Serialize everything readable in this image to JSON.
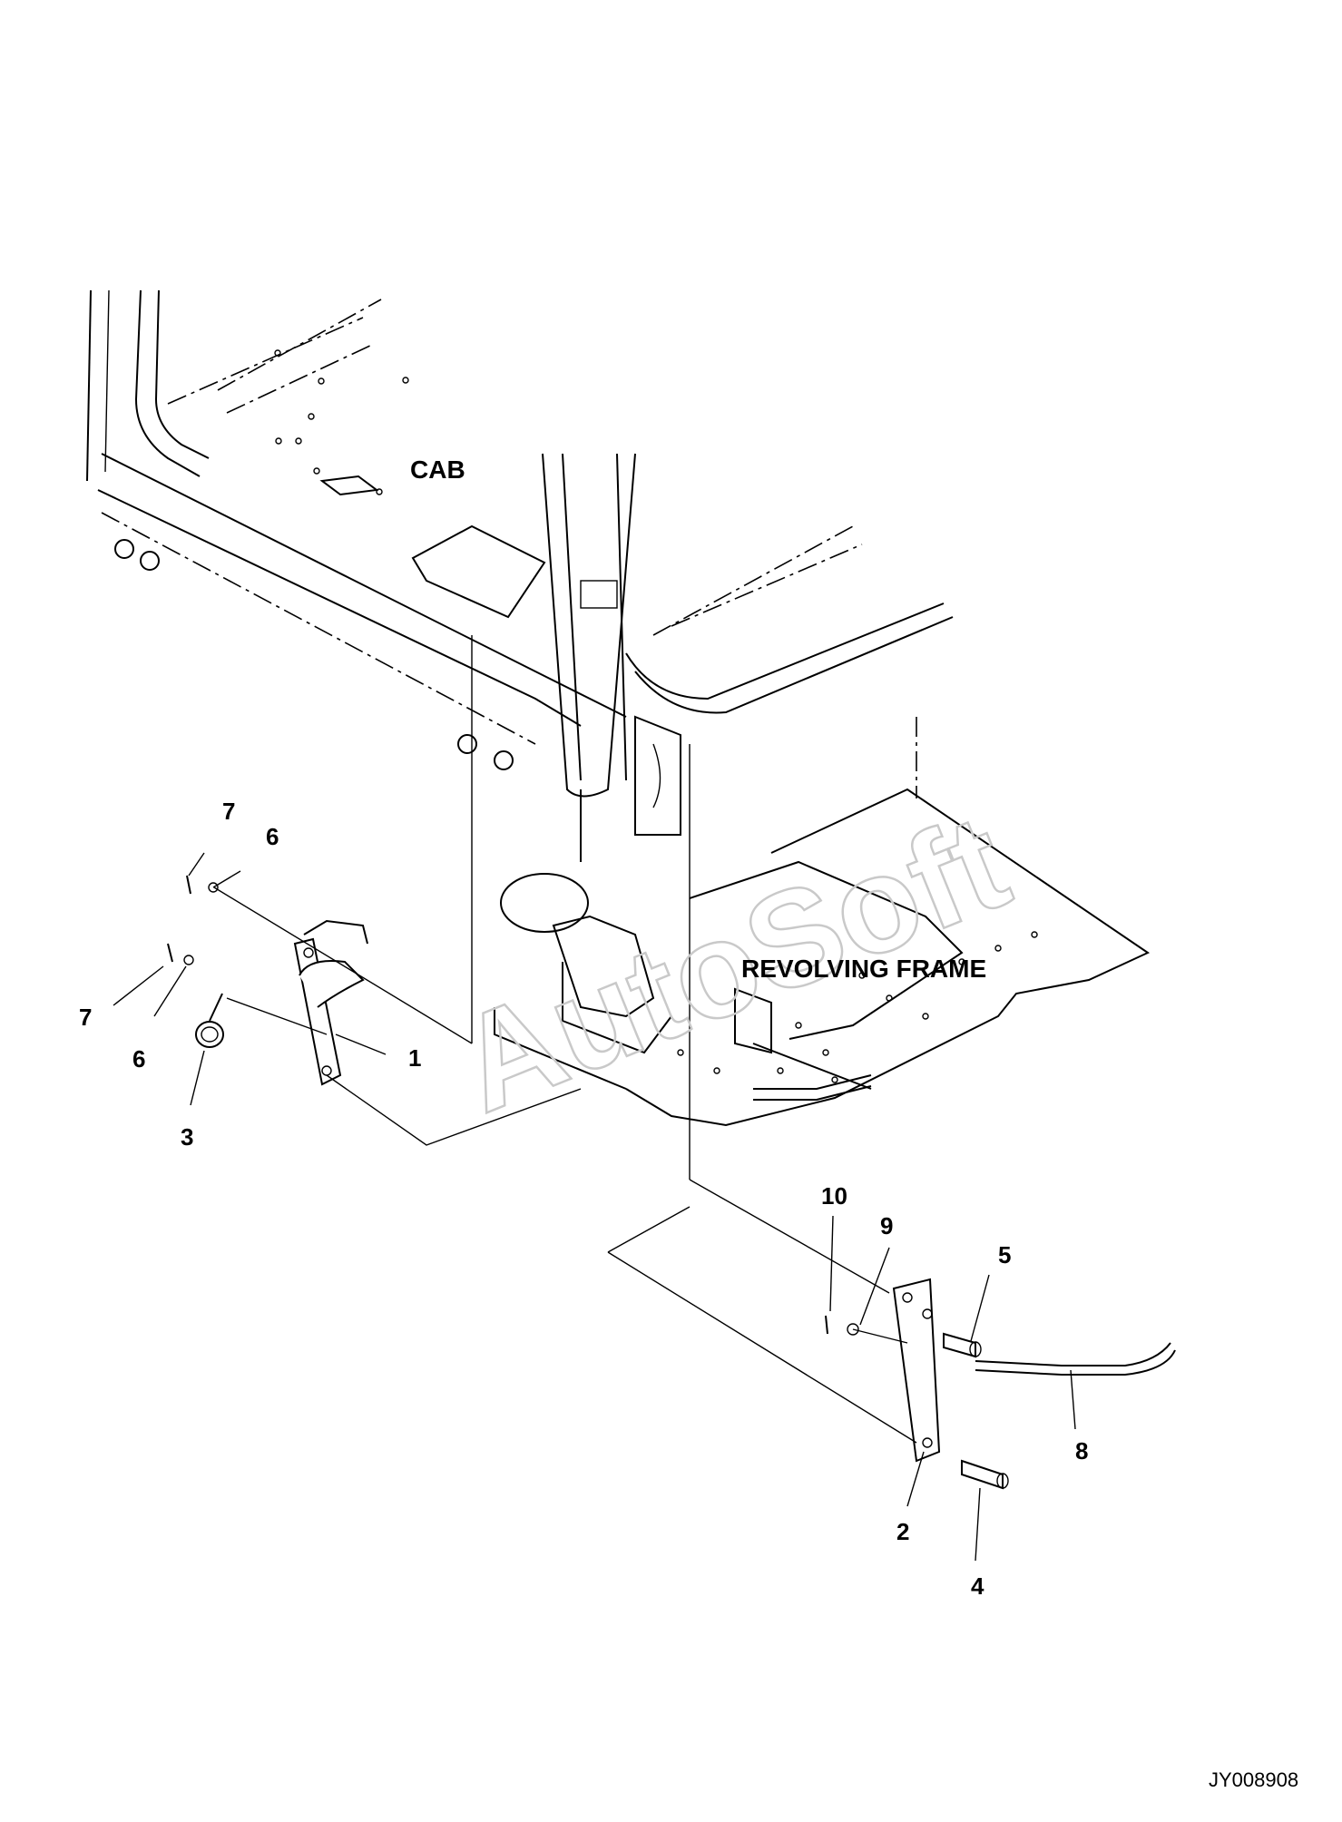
{
  "diagram": {
    "labels": {
      "cab": "CAB",
      "revolving_frame": "REVOLVING FRAME"
    },
    "callouts": {
      "p1": "1",
      "p2": "2",
      "p3": "3",
      "p4": "4",
      "p5": "5",
      "p6a": "6",
      "p6b": "6",
      "p7a": "7",
      "p7b": "7",
      "p8": "8",
      "p9": "9",
      "p10": "10"
    },
    "watermark": "AutoSoft",
    "drawing_code": "JY008908"
  }
}
